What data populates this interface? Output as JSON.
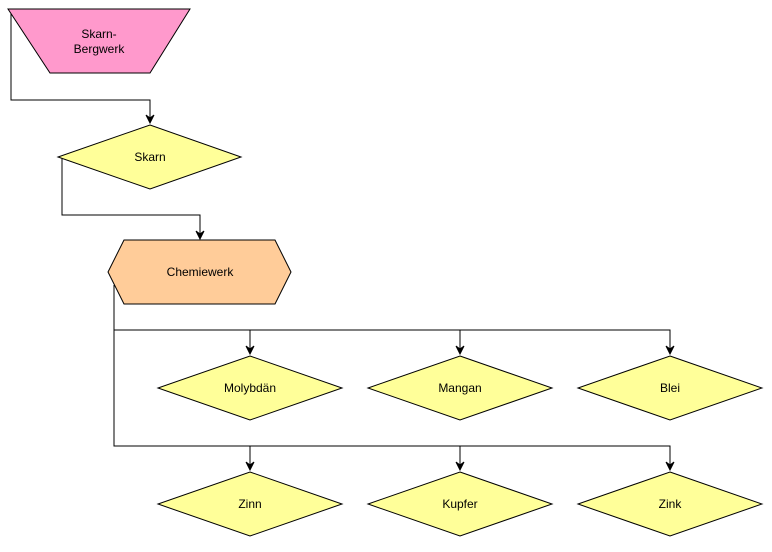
{
  "diagram": {
    "nodes": {
      "mine": {
        "label_line1": "Skarn-",
        "label_line2": "Bergwerk",
        "shape": "inverted-trapezoid",
        "fill": "#ff99cc"
      },
      "skarn": {
        "label": "Skarn",
        "shape": "diamond",
        "fill": "#ffff99"
      },
      "chem": {
        "label": "Chemiewerk",
        "shape": "hexagon",
        "fill": "#ffcc99"
      },
      "molybdaen": {
        "label": "Molybdän",
        "shape": "diamond",
        "fill": "#ffff99"
      },
      "mangan": {
        "label": "Mangan",
        "shape": "diamond",
        "fill": "#ffff99"
      },
      "blei": {
        "label": "Blei",
        "shape": "diamond",
        "fill": "#ffff99"
      },
      "zinn": {
        "label": "Zinn",
        "shape": "diamond",
        "fill": "#ffff99"
      },
      "kupfer": {
        "label": "Kupfer",
        "shape": "diamond",
        "fill": "#ffff99"
      },
      "zink": {
        "label": "Zink",
        "shape": "diamond",
        "fill": "#ffff99"
      }
    },
    "edges": [
      {
        "from": "mine",
        "to": "skarn"
      },
      {
        "from": "skarn",
        "to": "chem"
      },
      {
        "from": "chem",
        "to": "molybdaen"
      },
      {
        "from": "chem",
        "to": "mangan"
      },
      {
        "from": "chem",
        "to": "blei"
      },
      {
        "from": "chem",
        "to": "zinn"
      },
      {
        "from": "chem",
        "to": "kupfer"
      },
      {
        "from": "chem",
        "to": "zink"
      }
    ]
  }
}
